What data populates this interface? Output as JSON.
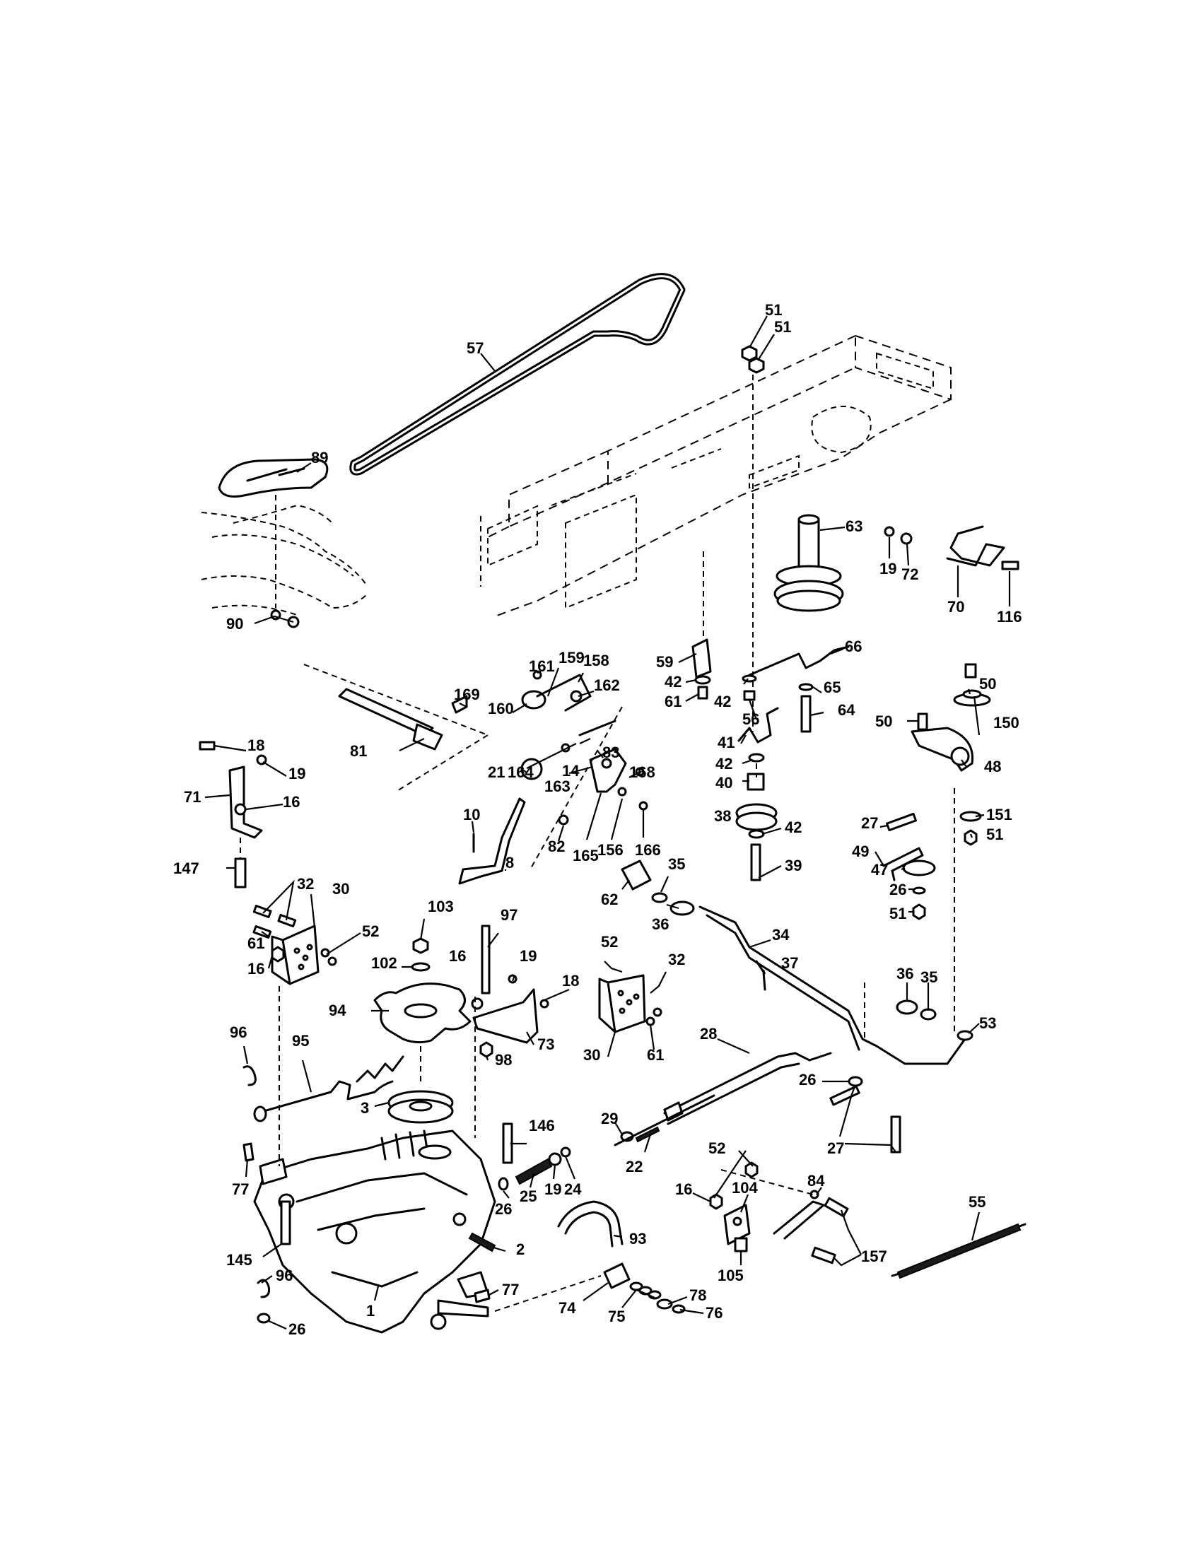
{
  "diagram": {
    "callouts": [
      {
        "id": "c1",
        "text": "57"
      },
      {
        "id": "c2",
        "text": "51"
      },
      {
        "id": "c3",
        "text": "51"
      },
      {
        "id": "c4",
        "text": "89"
      },
      {
        "id": "c5",
        "text": "63"
      },
      {
        "id": "c6",
        "text": "19"
      },
      {
        "id": "c7",
        "text": "72"
      },
      {
        "id": "c8",
        "text": "70"
      },
      {
        "id": "c9",
        "text": "116"
      },
      {
        "id": "c10",
        "text": "90"
      },
      {
        "id": "c11",
        "text": "59"
      },
      {
        "id": "c12",
        "text": "66"
      },
      {
        "id": "c13",
        "text": "42"
      },
      {
        "id": "c14",
        "text": "61"
      },
      {
        "id": "c15",
        "text": "42"
      },
      {
        "id": "c16",
        "text": "65"
      },
      {
        "id": "c17",
        "text": "56"
      },
      {
        "id": "c18",
        "text": "64"
      },
      {
        "id": "c19",
        "text": "159"
      },
      {
        "id": "c20",
        "text": "158"
      },
      {
        "id": "c21",
        "text": "161"
      },
      {
        "id": "c22",
        "text": "162"
      },
      {
        "id": "c23",
        "text": "169"
      },
      {
        "id": "c24",
        "text": "160"
      },
      {
        "id": "c25",
        "text": "50"
      },
      {
        "id": "c26",
        "text": "50"
      },
      {
        "id": "c27",
        "text": "150"
      },
      {
        "id": "c28",
        "text": "81"
      },
      {
        "id": "c29",
        "text": "83"
      },
      {
        "id": "c30",
        "text": "164"
      },
      {
        "id": "c31",
        "text": "14"
      },
      {
        "id": "c32",
        "text": "41"
      },
      {
        "id": "c33",
        "text": "18"
      },
      {
        "id": "c34",
        "text": "163"
      },
      {
        "id": "c35",
        "text": "168"
      },
      {
        "id": "c36",
        "text": "42"
      },
      {
        "id": "c37",
        "text": "48"
      },
      {
        "id": "c38",
        "text": "19"
      },
      {
        "id": "c39",
        "text": "21"
      },
      {
        "id": "c40",
        "text": "40"
      },
      {
        "id": "c41",
        "text": "71"
      },
      {
        "id": "c42",
        "text": "16"
      },
      {
        "id": "c43",
        "text": "27"
      },
      {
        "id": "c44",
        "text": "151"
      },
      {
        "id": "c45",
        "text": "10"
      },
      {
        "id": "c46",
        "text": "82"
      },
      {
        "id": "c47",
        "text": "165"
      },
      {
        "id": "c48",
        "text": "156"
      },
      {
        "id": "c49",
        "text": "166"
      },
      {
        "id": "c50",
        "text": "38"
      },
      {
        "id": "c51",
        "text": "42"
      },
      {
        "id": "c52",
        "text": "51"
      },
      {
        "id": "c53",
        "text": "8"
      },
      {
        "id": "c54",
        "text": "49"
      },
      {
        "id": "c55",
        "text": "147"
      },
      {
        "id": "c56",
        "text": "39"
      },
      {
        "id": "c57",
        "text": "35"
      },
      {
        "id": "c58",
        "text": "47"
      },
      {
        "id": "c59",
        "text": "32"
      },
      {
        "id": "c60",
        "text": "30"
      },
      {
        "id": "c61",
        "text": "62"
      },
      {
        "id": "c62",
        "text": "26"
      },
      {
        "id": "c63",
        "text": "103"
      },
      {
        "id": "c64",
        "text": "97"
      },
      {
        "id": "c65",
        "text": "51"
      },
      {
        "id": "c66",
        "text": "36"
      },
      {
        "id": "c67",
        "text": "61"
      },
      {
        "id": "c68",
        "text": "52"
      },
      {
        "id": "c69",
        "text": "34"
      },
      {
        "id": "c70",
        "text": "102"
      },
      {
        "id": "c71",
        "text": "52"
      },
      {
        "id": "c72",
        "text": "16"
      },
      {
        "id": "c73",
        "text": "19"
      },
      {
        "id": "c74",
        "text": "32"
      },
      {
        "id": "c75",
        "text": "37"
      },
      {
        "id": "c76",
        "text": "16"
      },
      {
        "id": "c77",
        "text": "36"
      },
      {
        "id": "c78",
        "text": "35"
      },
      {
        "id": "c79",
        "text": "18"
      },
      {
        "id": "c80",
        "text": "94"
      },
      {
        "id": "c81",
        "text": "73"
      },
      {
        "id": "c82",
        "text": "30"
      },
      {
        "id": "c83",
        "text": "61"
      },
      {
        "id": "c84",
        "text": "53"
      },
      {
        "id": "c85",
        "text": "96"
      },
      {
        "id": "c86",
        "text": "95"
      },
      {
        "id": "c87",
        "text": "28"
      },
      {
        "id": "c88",
        "text": "98"
      },
      {
        "id": "c89",
        "text": "26"
      },
      {
        "id": "c90",
        "text": "3"
      },
      {
        "id": "c91",
        "text": "29"
      },
      {
        "id": "c92",
        "text": "146"
      },
      {
        "id": "c93",
        "text": "27"
      },
      {
        "id": "c94",
        "text": "22"
      },
      {
        "id": "c95",
        "text": "52"
      },
      {
        "id": "c96",
        "text": "77"
      },
      {
        "id": "c97",
        "text": "19"
      },
      {
        "id": "c98",
        "text": "24"
      },
      {
        "id": "c99",
        "text": "25"
      },
      {
        "id": "c100",
        "text": "16"
      },
      {
        "id": "c101",
        "text": "84"
      },
      {
        "id": "c102",
        "text": "55"
      },
      {
        "id": "c103",
        "text": "26"
      },
      {
        "id": "c104",
        "text": "104"
      },
      {
        "id": "c105",
        "text": "93"
      },
      {
        "id": "c106",
        "text": "2"
      },
      {
        "id": "c107",
        "text": "145"
      },
      {
        "id": "c108",
        "text": "157"
      },
      {
        "id": "c109",
        "text": "105"
      },
      {
        "id": "c110",
        "text": "96"
      },
      {
        "id": "c111",
        "text": "77"
      },
      {
        "id": "c112",
        "text": "78"
      },
      {
        "id": "c113",
        "text": "74"
      },
      {
        "id": "c114",
        "text": "1"
      },
      {
        "id": "c115",
        "text": "75"
      },
      {
        "id": "c116",
        "text": "76"
      },
      {
        "id": "c117",
        "text": "26"
      }
    ]
  }
}
